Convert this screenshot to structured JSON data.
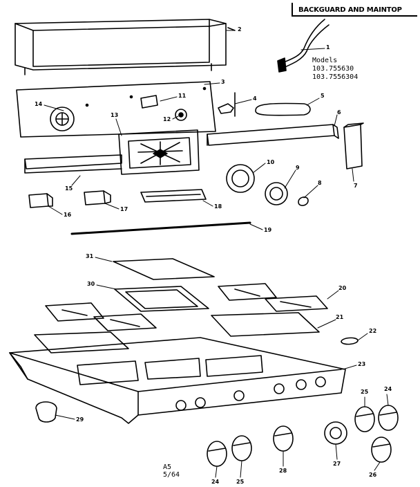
{
  "header": {
    "title": "BACKGUARD AND MAINTOP"
  },
  "models": {
    "label": "Models",
    "model_1": "103.755630",
    "model_2": "103.7556304"
  },
  "footer": {
    "code_1": "A5",
    "code_2": "5/64"
  },
  "part_numbers": {
    "p1": "1",
    "p2": "2",
    "p3": "3",
    "p4": "4",
    "p5": "5",
    "p6": "6",
    "p7": "7",
    "p8": "8",
    "p9": "9",
    "p10": "10",
    "p11": "11",
    "p12": "12",
    "p13": "13",
    "p14": "14",
    "p15": "15",
    "p16": "16",
    "p17": "17",
    "p18": "18",
    "p19": "19",
    "p20": "20",
    "p21": "21",
    "p22": "22",
    "p23": "23",
    "p24a": "24",
    "p25a": "25",
    "p24b": "24",
    "p25b": "25",
    "p26": "26",
    "p27": "27",
    "p28": "28",
    "p29": "29",
    "p30": "30",
    "p31": "31"
  }
}
